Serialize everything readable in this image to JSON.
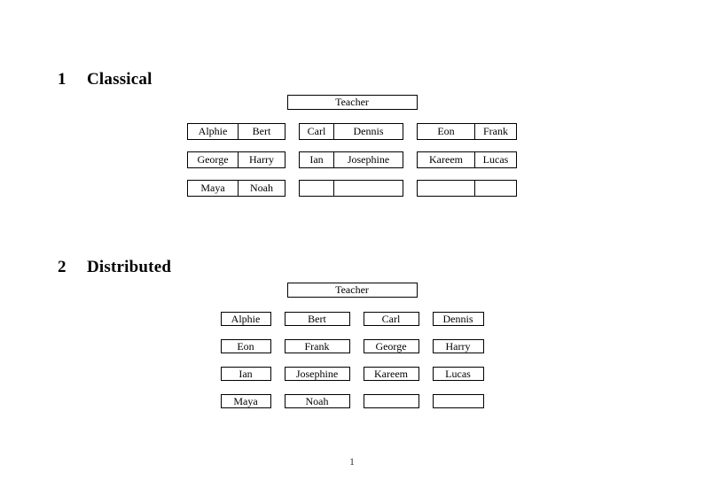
{
  "classical": {
    "number": "1",
    "title": "Classical",
    "teacher": "Teacher",
    "rows": [
      [
        [
          "Alphie",
          "Bert"
        ],
        [
          "Carl",
          "Dennis"
        ],
        [
          "Eon",
          "Frank"
        ]
      ],
      [
        [
          "George",
          "Harry"
        ],
        [
          "Ian",
          "Josephine"
        ],
        [
          "Kareem",
          "Lucas"
        ]
      ],
      [
        [
          "Maya",
          "Noah"
        ],
        [
          "",
          ""
        ],
        [
          "",
          ""
        ]
      ]
    ]
  },
  "distributed": {
    "number": "2",
    "title": "Distributed",
    "teacher": "Teacher",
    "rows": [
      [
        "Alphie",
        "Bert",
        "Carl",
        "Dennis"
      ],
      [
        "Eon",
        "Frank",
        "George",
        "Harry"
      ],
      [
        "Ian",
        "Josephine",
        "Kareem",
        "Lucas"
      ],
      [
        "Maya",
        "Noah",
        "",
        ""
      ]
    ]
  },
  "footer": {
    "page_number": "1"
  }
}
